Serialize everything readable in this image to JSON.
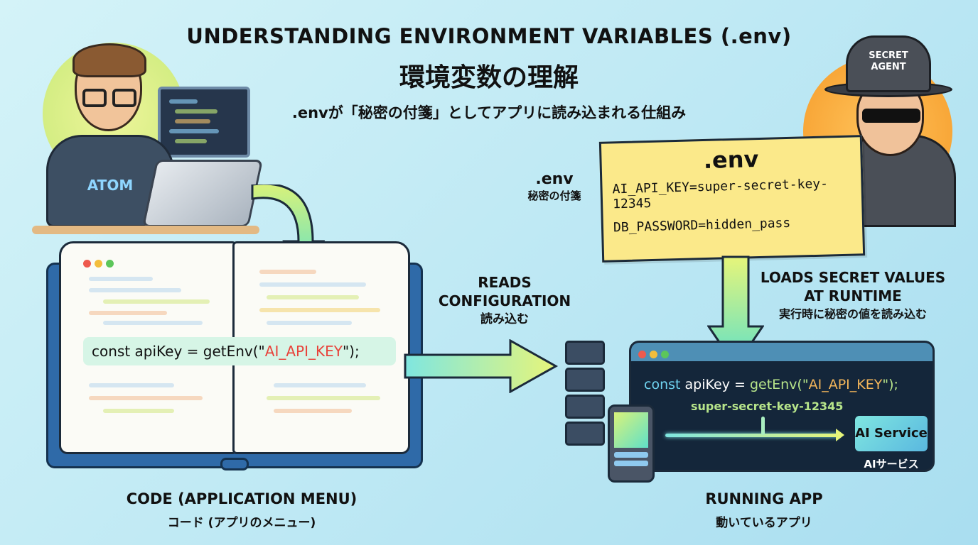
{
  "header": {
    "title": "UNDERSTANDING ENVIRONMENT VARIABLES (.env)",
    "title_ja": "環境変数の理解",
    "subtitle": ".envが「秘密の付箋」としてアプリに読み込まれる仕組み"
  },
  "developer": {
    "shirt_text": "ATOM"
  },
  "agent": {
    "hat_text": "SECRET AGENT"
  },
  "env_note": {
    "title": ".env",
    "lines": [
      "AI_API_KEY=super-secret-key-12345",
      "DB_PASSWORD=hidden_pass"
    ],
    "side_label": ".env",
    "side_label_ja": "秘密の付箋"
  },
  "book": {
    "code_prefix": "const apiKey = getEnv(\"",
    "code_key": "AI_API_KEY",
    "code_suffix": "\");",
    "label": "CODE (APPLICATION MENU)",
    "label_ja": "コード (アプリのメニュー)"
  },
  "reads": {
    "line1": "READS",
    "line2": "CONFIGURATION",
    "ja": "読み込む"
  },
  "loads": {
    "line1": "LOADS SECRET VALUES",
    "line2": "AT RUNTIME",
    "ja": "実行時に秘密の値を読み込む"
  },
  "app": {
    "code_const": "const",
    "code_var": " apiKey = ",
    "code_fn": "getEnv(\"",
    "code_key": "AI_API_KEY",
    "code_end": "\");",
    "value": "super-secret-key-12345",
    "service": "AI Service",
    "service_ja": "AIサービス",
    "label": "RUNNING APP",
    "label_ja": "動いているアプリ"
  },
  "colors": {
    "key": "#e8423a",
    "note": "#fbe98a",
    "app_bg": "#14263a",
    "accent": "#7fe0d8"
  }
}
